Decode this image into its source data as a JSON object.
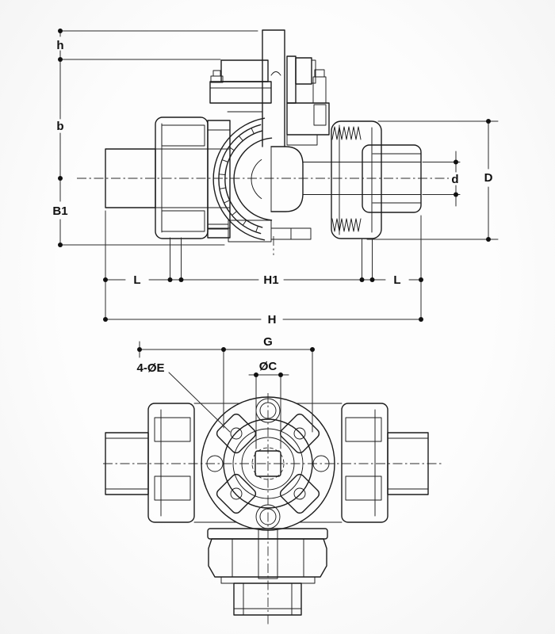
{
  "colors": {
    "background": "#fbfbfb",
    "line": "#1c1c1c",
    "dimension": "#2b2b2b",
    "label": "#101010"
  },
  "views": {
    "side": {
      "dims": {
        "h": "h",
        "b": "b",
        "b1": "B1",
        "l_left": "L",
        "h1": "H1",
        "l_right": "L",
        "h_total": "H",
        "d_inner": "d",
        "d_outer": "D"
      }
    },
    "front": {
      "dims": {
        "g": "G",
        "bolt_holes": "4-ØE",
        "c": "ØC"
      }
    }
  }
}
